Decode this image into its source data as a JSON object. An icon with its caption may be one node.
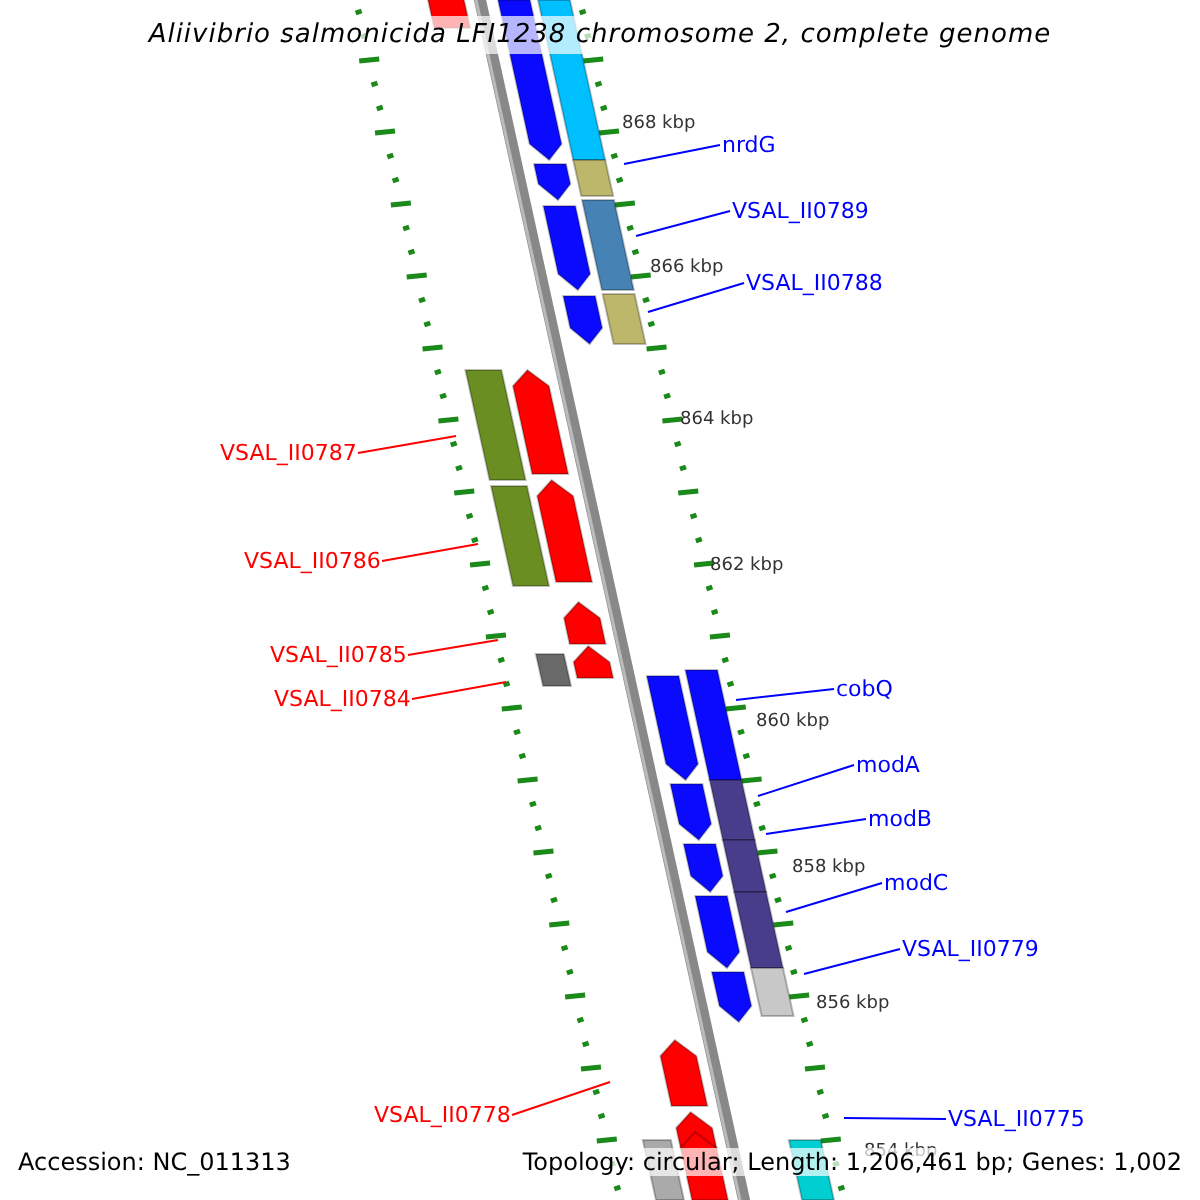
{
  "diagram": {
    "title": "Aliivibrio salmonicida LFI1238 chromosome 2, complete genome",
    "nodes": [
      {
        "text": [
          "nrdG"
        ]
      },
      {
        "text": [
          "VSAL_II0789"
        ]
      },
      {
        "text": [
          "VSAL_II0788"
        ]
      },
      {
        "text": [
          "VSAL_II0787"
        ]
      },
      {
        "text": [
          "VSAL_II0786"
        ]
      },
      {
        "text": [
          "VSAL_II0785"
        ]
      },
      {
        "text": [
          "VSAL_II0784"
        ]
      },
      {
        "text": [
          "cobQ"
        ]
      },
      {
        "text": [
          "modA"
        ]
      },
      {
        "text": [
          "modB"
        ]
      },
      {
        "text": [
          "modC"
        ]
      },
      {
        "text": [
          "VSAL_II0779"
        ]
      },
      {
        "text": [
          "VSAL_II0778"
        ]
      },
      {
        "text": [
          "VSAL_II0775"
        ]
      }
    ],
    "edges": [
      {
        "from": 0,
        "to": null,
        "arrow": "none"
      },
      {
        "from": 1,
        "to": null,
        "arrow": "none"
      },
      {
        "from": 2,
        "to": null,
        "arrow": "none"
      },
      {
        "from": 3,
        "to": null,
        "arrow": "none",
        "color": "#ff0000"
      },
      {
        "from": 4,
        "to": null,
        "arrow": "none",
        "color": "#ff0000"
      },
      {
        "from": 5,
        "to": null,
        "arrow": "none",
        "color": "#ff0000"
      },
      {
        "from": 6,
        "to": null,
        "arrow": "none",
        "color": "#ff0000"
      },
      {
        "from": 7,
        "to": null,
        "arrow": "none"
      },
      {
        "from": 8,
        "to": null,
        "arrow": "none"
      },
      {
        "from": 9,
        "to": null,
        "arrow": "none"
      },
      {
        "from": 10,
        "to": null,
        "arrow": "none"
      },
      {
        "from": 11,
        "to": null,
        "arrow": "none"
      },
      {
        "from": 12,
        "to": null,
        "arrow": "none",
        "color": "#ff0000"
      },
      {
        "from": 13,
        "to": null,
        "arrow": "none"
      }
    ],
    "labels": [
      "868 kbp",
      "866 kbp",
      "864 kbp",
      "862 kbp",
      "860 kbp",
      "858 kbp",
      "856 kbp",
      "854 kbp",
      "Accession: NC_011313",
      "Topology: circular; Length: 1,206,461 bp; Genes: 1,002"
    ]
  }
}
